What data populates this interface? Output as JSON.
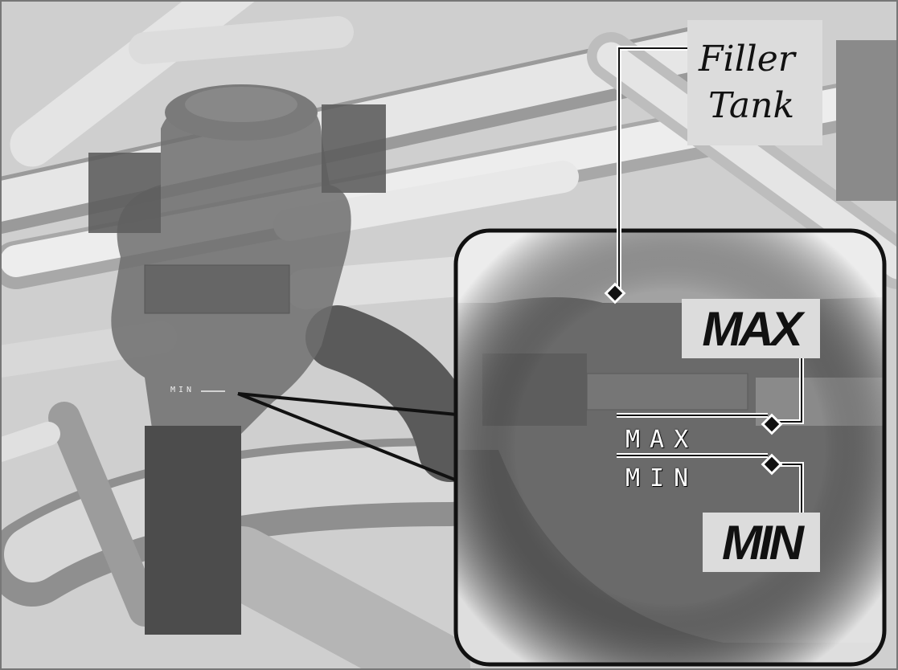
{
  "labels": {
    "filler_tank_line1": "Filler",
    "filler_tank_line2": "Tank",
    "max_callout": "MAX",
    "min_callout": "MIN",
    "tank_mark_max": "MAX",
    "tank_mark_min": "MIN",
    "tank_mark_small": "MIN"
  },
  "colors": {
    "background": "#cfcfcf",
    "label_box": "#dcdcdc",
    "tank": "#6e6e6e",
    "outline": "#111111"
  }
}
